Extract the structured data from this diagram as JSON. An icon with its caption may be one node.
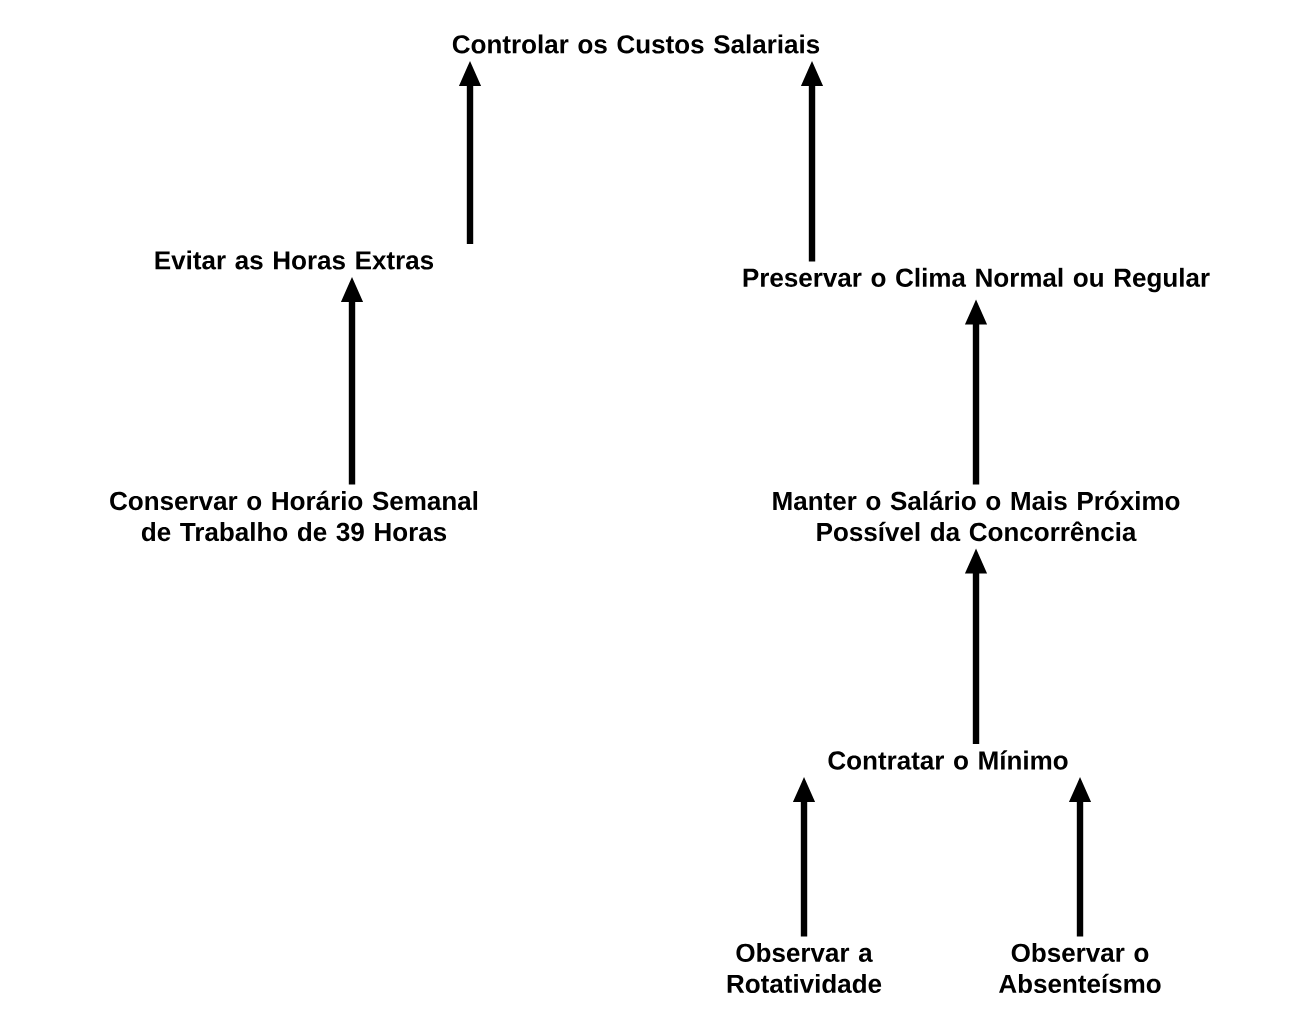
{
  "diagram": {
    "nodes": [
      {
        "text": [
          "Controlar os Custos Salariais"
        ]
      },
      {
        "text": [
          "Evitar as Horas Extras"
        ]
      },
      {
        "text": [
          "Preservar o Clima Normal ou Regular"
        ]
      },
      {
        "text": [
          "Conservar o Horário Semanal de Trabalho de 39 Horas"
        ]
      },
      {
        "text": [
          "Manter o Salário o Mais Próximo Possível da Concorrência"
        ]
      },
      {
        "text": [
          "Contratar o Mínimo"
        ]
      },
      {
        "text": [
          "Observar a Rotatividade"
        ]
      },
      {
        "text": [
          "Observar o Absenteísmo"
        ]
      }
    ],
    "edges": [
      {
        "from": 1,
        "to": 0,
        "arrow": "to"
      },
      {
        "from": 2,
        "to": 0,
        "arrow": "to"
      },
      {
        "from": 3,
        "to": 1,
        "arrow": "to"
      },
      {
        "from": 4,
        "to": 2,
        "arrow": "to"
      },
      {
        "from": 5,
        "to": 4,
        "arrow": "to"
      },
      {
        "from": 6,
        "to": 5,
        "arrow": "to"
      },
      {
        "from": 7,
        "to": 5,
        "arrow": "to"
      }
    ]
  }
}
